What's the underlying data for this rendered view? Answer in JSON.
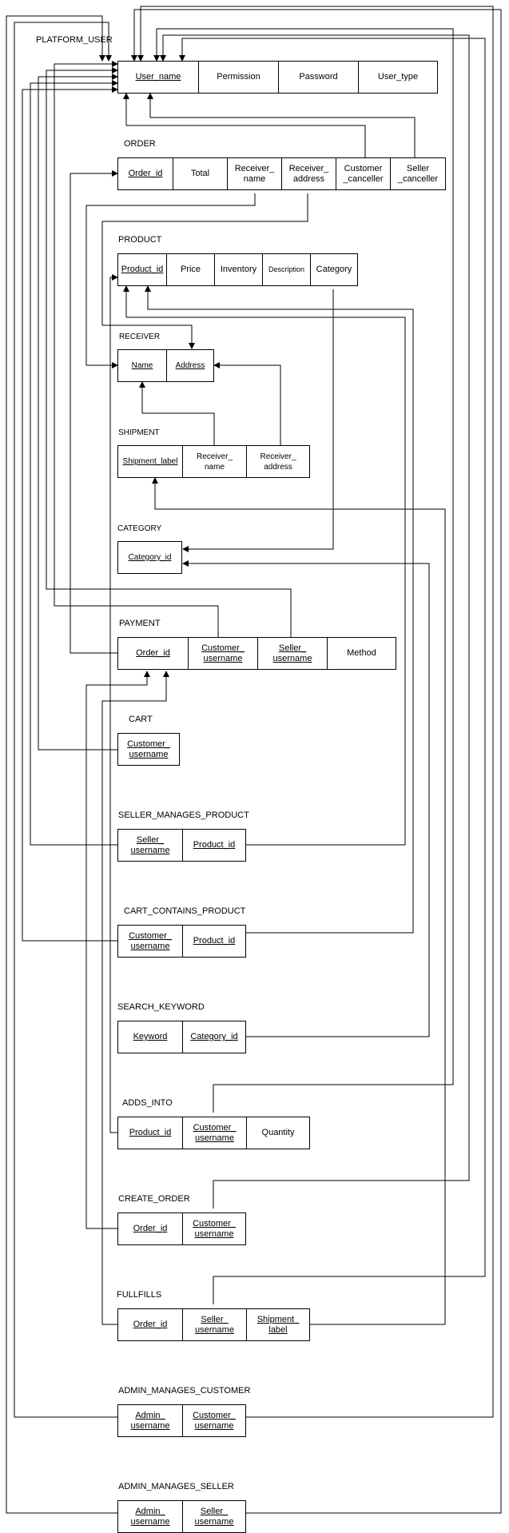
{
  "diagram": {
    "entities": {
      "platform_user": {
        "title": "PLATFORM_USER",
        "cols": [
          "User_name",
          "Permission",
          "Password",
          "User_type"
        ]
      },
      "order": {
        "title": "ORDER",
        "cols": [
          "Order_id",
          "Total",
          "Receiver_\nname",
          "Receiver_\naddress",
          "Customer\n_canceller",
          "Seller\n_canceller"
        ]
      },
      "product": {
        "title": "PRODUCT",
        "cols": [
          "Product_id",
          "Price",
          "Inventory",
          "Description",
          "Category"
        ]
      },
      "receiver": {
        "title": "RECEIVER",
        "cols": [
          "Name",
          "Address"
        ]
      },
      "shipment": {
        "title": "SHIPMENT",
        "cols": [
          "Shipment_label",
          "Receiver_\nname",
          "Receiver_\naddress"
        ]
      },
      "category": {
        "title": "CATEGORY",
        "cols": [
          "Category_id"
        ]
      },
      "payment": {
        "title": "PAYMENT",
        "cols": [
          "Order_id",
          "Customer_\nusername",
          "Seller_\nusername",
          "Method"
        ]
      },
      "cart": {
        "title": "CART",
        "cols": [
          "Customer_\nusername"
        ]
      },
      "seller_manages_product": {
        "title": "SELLER_MANAGES_PRODUCT",
        "cols": [
          "Seller_\nusername",
          "Product_id"
        ]
      },
      "cart_contains_product": {
        "title": "CART_CONTAINS_PRODUCT",
        "cols": [
          "Customer_\nusername",
          "Product_id"
        ]
      },
      "search_keyword": {
        "title": "SEARCH_KEYWORD",
        "cols": [
          "Keyword",
          "Category_id"
        ]
      },
      "adds_into": {
        "title": "ADDS_INTO",
        "cols": [
          "Product_id",
          "Customer_\nusername",
          "Quantity"
        ]
      },
      "create_order": {
        "title": "CREATE_ORDER",
        "cols": [
          "Order_id",
          "Customer_\nusername"
        ]
      },
      "fullfills": {
        "title": "FULLFILLS",
        "cols": [
          "Order_id",
          "Seller_\nusername",
          "Shipment_\nlabel"
        ]
      },
      "admin_manages_customer": {
        "title": "ADMIN_MANAGES_CUSTOMER",
        "cols": [
          "Admin_\nusername",
          "Customer_\nusername"
        ]
      },
      "admin_manages_seller": {
        "title": "ADMIN_MANAGES_SELLER",
        "cols": [
          "Admin_\nusername",
          "Seller_\nusername"
        ]
      }
    }
  }
}
